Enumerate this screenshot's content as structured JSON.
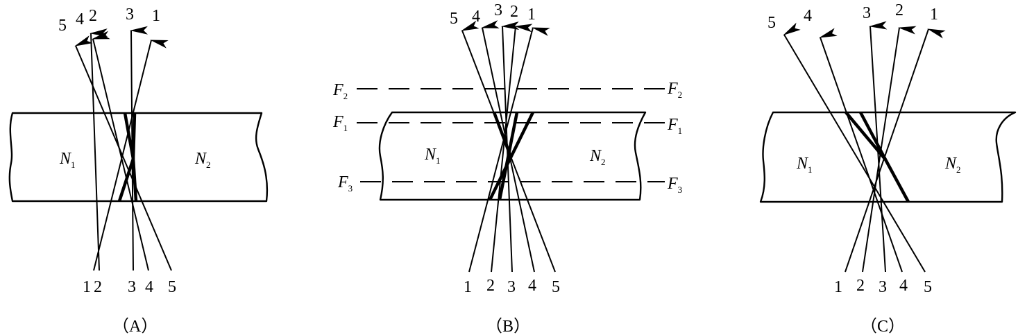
{
  "panels": [
    {
      "caption": "（A）",
      "region_left": "N",
      "region_left_sub": "1",
      "region_right": "N",
      "region_right_sub": "2",
      "top_numbers": [
        "5",
        "4",
        "2",
        "3",
        "1"
      ],
      "bottom_numbers": [
        "1",
        "2",
        "3",
        "4",
        "5"
      ]
    },
    {
      "caption": "（B）",
      "region_left": "N",
      "region_left_sub": "1",
      "region_right": "N",
      "region_right_sub": "2",
      "top_numbers": [
        "5",
        "4",
        "3",
        "2",
        "1"
      ],
      "bottom_numbers": [
        "1",
        "2",
        "3",
        "4",
        "5"
      ],
      "focal_lines": [
        {
          "label": "F",
          "sub": "2"
        },
        {
          "label": "F",
          "sub": "1"
        },
        {
          "label": "F",
          "sub": "3"
        }
      ]
    },
    {
      "caption": "（C）",
      "region_left": "N",
      "region_left_sub": "1",
      "region_right": "N",
      "region_right_sub": "2",
      "top_numbers": [
        "5",
        "4",
        "3",
        "2",
        "1"
      ],
      "bottom_numbers": [
        "1",
        "2",
        "3",
        "4",
        "5"
      ]
    }
  ]
}
